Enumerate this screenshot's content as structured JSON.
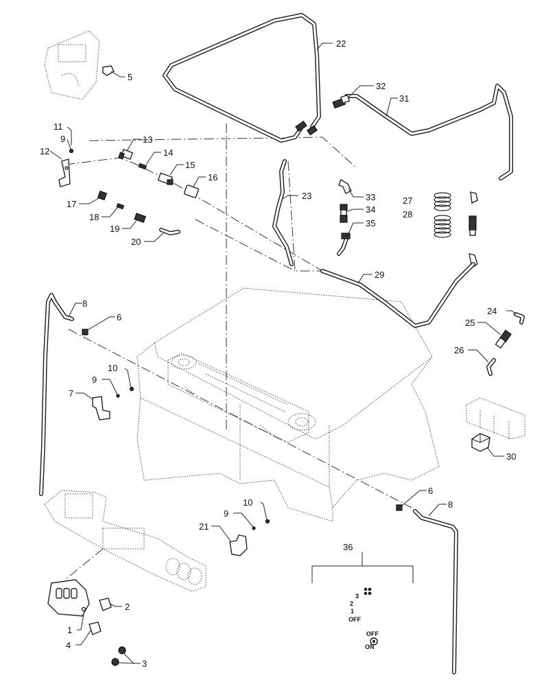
{
  "diagram": {
    "callouts": {
      "c1": "1",
      "c2": "2",
      "c3": "3",
      "c4": "4",
      "c5": "5",
      "c6a": "6",
      "c6b": "6",
      "c7": "7",
      "c8a": "8",
      "c8b": "8",
      "c9a": "9",
      "c9b": "9",
      "c9c": "9",
      "c10a": "10",
      "c10b": "10",
      "c11": "11",
      "c12": "12",
      "c13": "13",
      "c14": "14",
      "c15": "15",
      "c16": "16",
      "c17": "17",
      "c18": "18",
      "c19": "19",
      "c20": "20",
      "c21": "21",
      "c22": "22",
      "c23": "23",
      "c24": "24",
      "c25": "25",
      "c26": "26",
      "c27": "27",
      "c28": "28",
      "c29": "29",
      "c30": "30",
      "c31": "31",
      "c32": "32",
      "c33": "33",
      "c34": "34",
      "c35": "35",
      "c36": "36"
    },
    "decal": {
      "pos3": "3",
      "pos2": "2",
      "pos1": "1",
      "pos_off_a": "OFF",
      "pos_off_b": "OFF",
      "pos_on": "ON"
    }
  }
}
